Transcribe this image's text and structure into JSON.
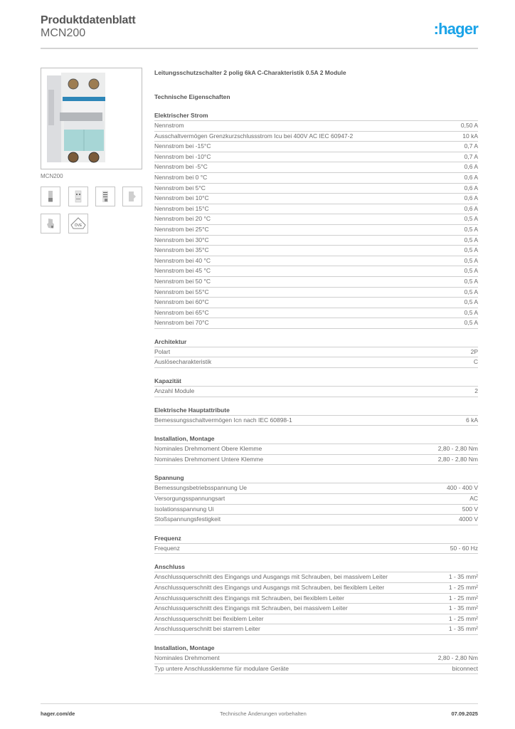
{
  "header": {
    "title": "Produktdatenblatt",
    "subtitle": "MCN200",
    "logo": ":hager",
    "brand_color": "#1aa3e8"
  },
  "product": {
    "image_caption": "MCN200",
    "description": "Leitungsschutzschalter 2 polig 6kA C-Charakteristik 0.5A 2 Module",
    "thumbnails": [
      "front-view-icon",
      "front-detail-icon",
      "label-view-icon",
      "side-view-icon",
      "perspective-view-icon",
      "certification-mark-icon"
    ]
  },
  "tech_heading": "Technische Eigenschaften",
  "sections": [
    {
      "title": "Elektrischer Strom",
      "rows": [
        {
          "label": "Nennstrom",
          "value": "0,50 A"
        },
        {
          "label": "Ausschaltvermögen Grenzkurzschlussstrom Icu bei 400V AC IEC 60947-2",
          "value": "10 kA"
        },
        {
          "label": "Nennstrom bei -15°C",
          "value": "0,7 A"
        },
        {
          "label": "Nennstrom bei -10°C",
          "value": "0,7 A"
        },
        {
          "label": "Nennstrom bei -5°C",
          "value": "0,6 A"
        },
        {
          "label": "Nennstrom bei 0 °C",
          "value": "0,6 A"
        },
        {
          "label": "Nennstrom bei 5°C",
          "value": "0,6 A"
        },
        {
          "label": "Nennstrom bei 10°C",
          "value": "0,6 A"
        },
        {
          "label": "Nennstrom bei 15°C",
          "value": "0,6 A"
        },
        {
          "label": "Nennstrom bei 20 °C",
          "value": "0,5 A"
        },
        {
          "label": "Nennstrom bei 25°C",
          "value": "0,5 A"
        },
        {
          "label": "Nennstrom bei 30°C",
          "value": "0,5 A"
        },
        {
          "label": "Nennstrom bei 35°C",
          "value": "0,5 A"
        },
        {
          "label": "Nennstrom bei 40 °C",
          "value": "0,5 A"
        },
        {
          "label": "Nennstrom bei 45 °C",
          "value": "0,5 A"
        },
        {
          "label": "Nennstrom bei 50 °C",
          "value": "0,5 A"
        },
        {
          "label": "Nennstrom bei 55°C",
          "value": "0,5 A"
        },
        {
          "label": "Nennstrom bei 60°C",
          "value": "0,5 A"
        },
        {
          "label": "Nennstrom bei 65°C",
          "value": "0,5 A"
        },
        {
          "label": "Nennstrom bei 70°C",
          "value": "0,5 A"
        }
      ]
    },
    {
      "title": "Architektur",
      "rows": [
        {
          "label": "Polart",
          "value": "2P"
        },
        {
          "label": "Auslösecharakteristik",
          "value": "C"
        }
      ]
    },
    {
      "title": "Kapazität",
      "rows": [
        {
          "label": "Anzahl Module",
          "value": "2"
        }
      ]
    },
    {
      "title": "Elektrische Hauptattribute",
      "rows": [
        {
          "label": "Bemessungsschaltvermögen Icn nach IEC 60898-1",
          "value": "6 kA"
        }
      ]
    },
    {
      "title": "Installation, Montage",
      "rows": [
        {
          "label": "Nominales Drehmoment Obere Klemme",
          "value": "2,80 - 2,80 Nm"
        },
        {
          "label": "Nominales Drehmoment Untere Klemme",
          "value": "2,80 - 2,80 Nm"
        }
      ]
    },
    {
      "title": "Spannung",
      "rows": [
        {
          "label": "Bemessungsbetriebsspannung Ue",
          "value": "400 - 400 V"
        },
        {
          "label": "Versorgungsspannungsart",
          "value": "AC"
        },
        {
          "label": "Isolationsspannung Ui",
          "value": "500 V"
        },
        {
          "label": "Stoßspannungsfestigkeit",
          "value": "4000 V"
        }
      ]
    },
    {
      "title": "Frequenz",
      "rows": [
        {
          "label": "Frequenz",
          "value": "50 - 60 Hz"
        }
      ]
    },
    {
      "title": "Anschluss",
      "rows": [
        {
          "label": "Anschlussquerschnitt des Eingangs und Ausgangs mit Schrauben, bei massivem Leiter",
          "value": "1 - 35 mm²"
        },
        {
          "label": "Anschlussquerschnitt des Eingangs und Ausgangs mit Schrauben, bei flexiblem Leiter",
          "value": "1 - 25 mm²"
        },
        {
          "label": "Anschlussquerschnitt des Eingangs mit Schrauben, bei flexiblem Leiter",
          "value": "1 - 25 mm²"
        },
        {
          "label": "Anschlussquerschnitt des Eingangs mit Schrauben, bei massivem Leiter",
          "value": "1 - 35 mm²"
        },
        {
          "label": "Anschlussquerschnitt bei flexiblem Leiter",
          "value": "1 - 25 mm²"
        },
        {
          "label": "Anschlussquerschnitt bei starrem Leiter",
          "value": "1 - 35 mm²"
        }
      ]
    },
    {
      "title": "Installation, Montage",
      "rows": [
        {
          "label": "Nominales Drehmoment",
          "value": "2,80 - 2,80 Nm"
        },
        {
          "label": "Typ untere Anschlussklemme für modulare Geräte",
          "value": "biconnect"
        }
      ]
    }
  ],
  "footer": {
    "website": "hager.com/de",
    "disclaimer": "Technische Änderungen vorbehalten",
    "date": "07.09.2025"
  }
}
